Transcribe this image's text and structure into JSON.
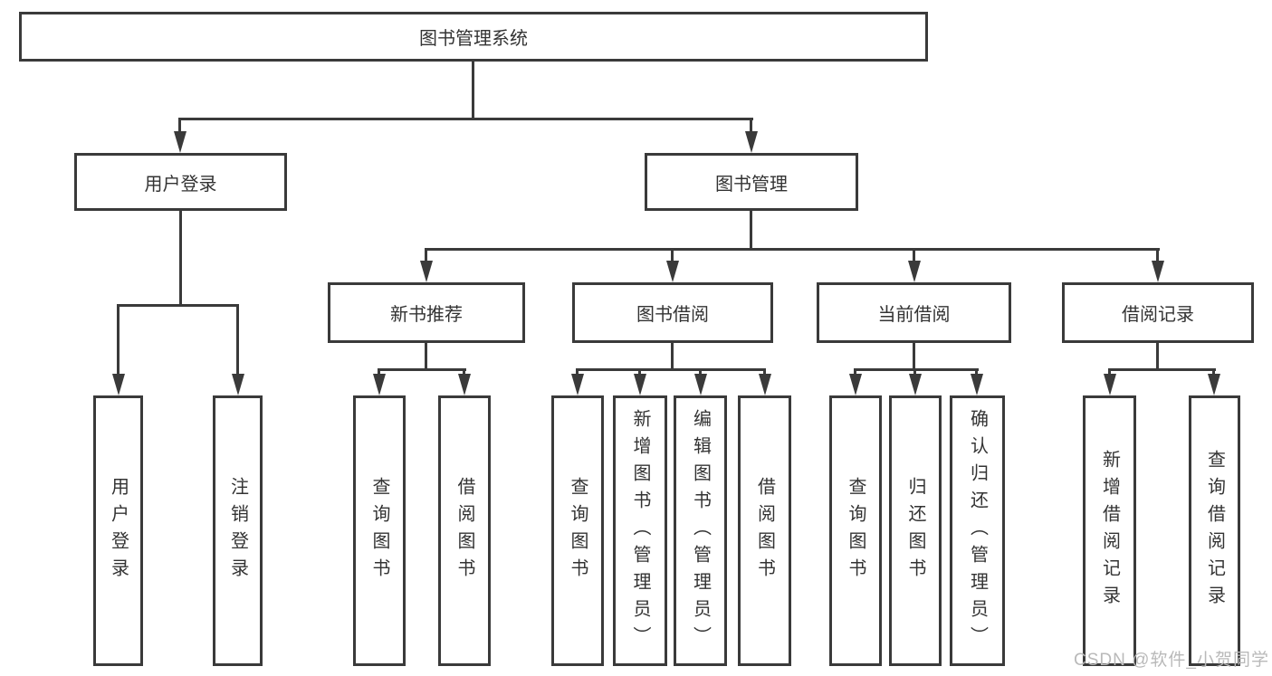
{
  "watermark": "CSDN @软件_小贺同学",
  "colors": {
    "line": "#3a3a3a",
    "text": "#333333",
    "watermark": "#b9b9b9",
    "background": "#ffffff"
  },
  "tree": {
    "root": "图书管理系统",
    "user_login": {
      "label": "用户登录",
      "children": [
        "用户登录",
        "注销登录"
      ]
    },
    "book_mgmt": {
      "label": "图书管理",
      "modules": {
        "new_book": {
          "label": "新书推荐",
          "children": [
            "查询图书",
            "借阅图书"
          ]
        },
        "book_borrow": {
          "label": "图书借阅",
          "children": [
            "查询图书",
            "新增图书（管理员）",
            "编辑图书（管理员）",
            "借阅图书"
          ]
        },
        "current_borrow": {
          "label": "当前借阅",
          "children": [
            "查询图书",
            "归还图书",
            "确认归还（管理员）"
          ]
        },
        "borrow_record": {
          "label": "借阅记录",
          "children": [
            "新增借阅记录",
            "查询借阅记录"
          ]
        }
      }
    }
  }
}
